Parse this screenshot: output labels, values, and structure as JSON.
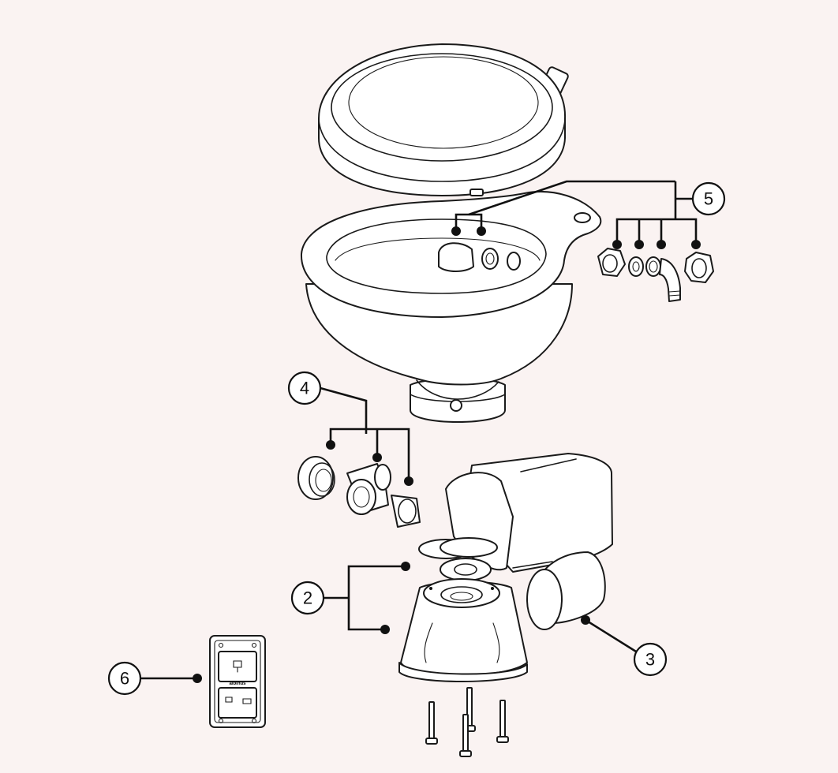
{
  "colors": {
    "background": "#faf3f2",
    "line": "#1a1a1a",
    "fill": "#ffffff"
  },
  "callouts": {
    "c2": "2",
    "c3": "3",
    "c4": "4",
    "c5": "5",
    "c6": "6"
  },
  "panel": {
    "brand": "albinus"
  }
}
